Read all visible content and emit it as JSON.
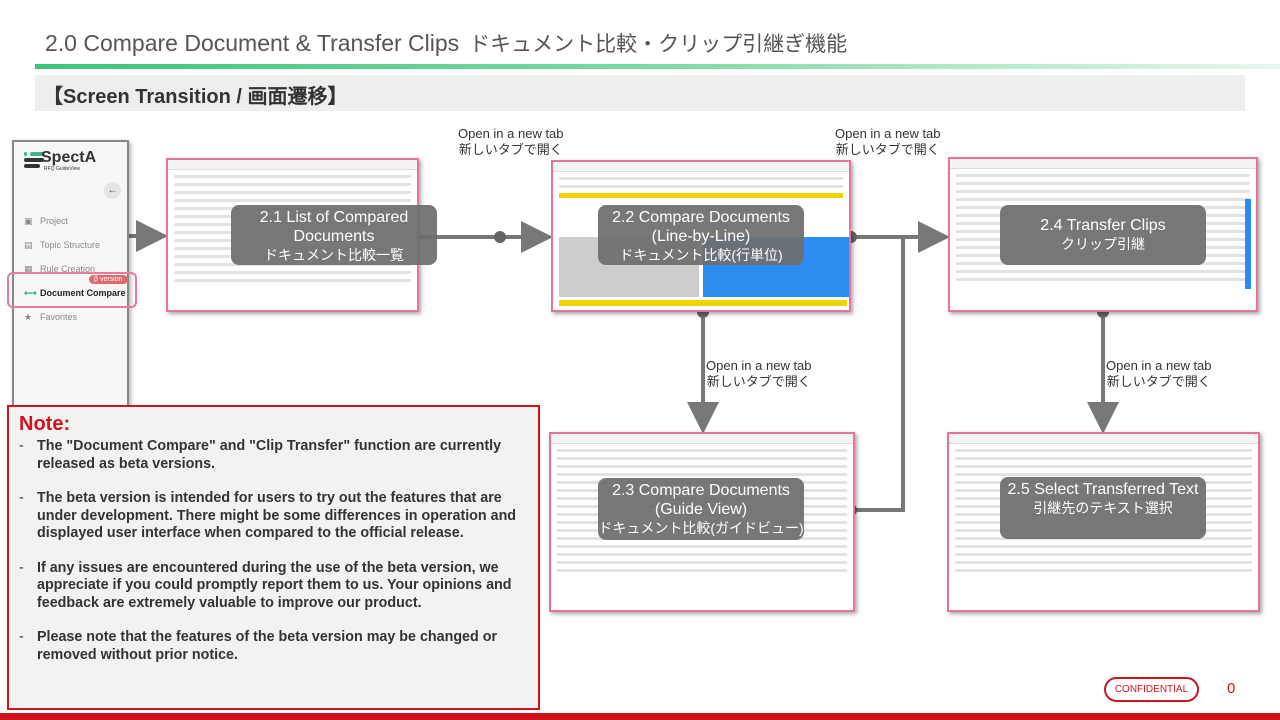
{
  "title": {
    "en": "2.0 Compare Document & Transfer Clips",
    "jp": "ドキュメント比較・クリップ引継ぎ機能"
  },
  "subtitle": "【Screen Transition / 画面遷移】",
  "sidebar": {
    "brand": "SpectA",
    "brand_sub": "RFQ GuideView",
    "items": [
      {
        "icon": "briefcase-icon",
        "glyph": "▣",
        "label": "Project"
      },
      {
        "icon": "clipboard-icon",
        "glyph": "▤",
        "label": "Topic Structure"
      },
      {
        "icon": "rule-icon",
        "glyph": "▦",
        "label": "Rule Creation"
      },
      {
        "icon": "compare-arrows-icon",
        "glyph": "⟷",
        "label": "Document Compare"
      },
      {
        "icon": "star-icon",
        "glyph": "★",
        "label": "Favorites"
      }
    ],
    "beta_badge": "β version"
  },
  "screens": [
    {
      "en": "2.1 List of Compared Documents",
      "jp": "ドキュメント比較一覧"
    },
    {
      "en": "2.2 Compare Documents (Line-by-Line)",
      "jp": "ドキュメント比較(行単位)"
    },
    {
      "en": "2.3 Compare Documents (Guide View)",
      "jp": "ドキュメント比較(ガイドビュー)"
    },
    {
      "en": "2.4 Transfer Clips",
      "jp": "クリップ引継"
    },
    {
      "en": "2.5 Select Transferred Text",
      "jp": "引継先のテキスト選択"
    }
  ],
  "open_new_tab": {
    "en": "Open in a new tab",
    "jp": "新しいタブで開く"
  },
  "note": {
    "title": "Note:",
    "items": [
      "The \"Document Compare\" and \"Clip Transfer\" function are currently released as beta versions.",
      "The beta version is intended for users to try out the features that are under development. There might be some differences in operation and displayed  user interface when compared to the official release.",
      "If any issues are encountered during the use of the beta version, we appreciate if you could promptly report them to us. Your opinions and feedback are extremely valuable to improve our product.",
      "Please note that the features of the beta version may be changed or removed without prior notice."
    ]
  },
  "footer": {
    "confidential": "CONFIDENTIAL",
    "page": "0"
  },
  "colors": {
    "accent": "#d0121b",
    "highlight": "#e6739c",
    "brand_green": "#2aa56b"
  }
}
